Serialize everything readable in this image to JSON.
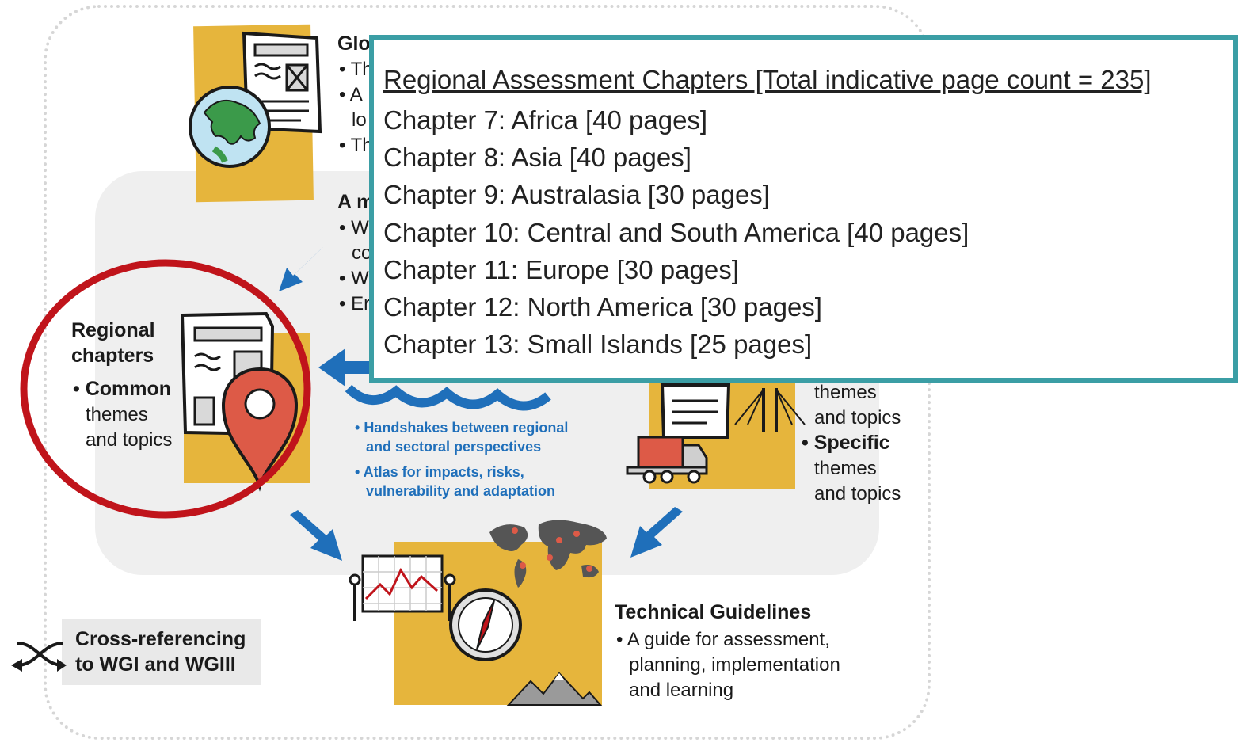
{
  "diagram": {
    "top_block": {
      "title": "Glo",
      "bullets": [
        "Th",
        "A",
        "lo",
        "Th"
      ]
    },
    "middle_block": {
      "title": "A m",
      "bullets": [
        "W",
        "co",
        "W",
        "Er"
      ]
    },
    "regional": {
      "title_line1": "Regional",
      "title_line2": "chapters",
      "bullet_line1": "Common",
      "bullet_line2": "themes",
      "bullet_line3": "and topics"
    },
    "sectoral": {
      "line1": "themes",
      "line2": "and topics",
      "bullet_title": "Specific",
      "line3": "themes",
      "line4": "and topics"
    },
    "handshakes": {
      "item1_line1": "Handshakes between regional",
      "item1_line2": "and sectoral perspectives",
      "item2_line1": "Atlas for impacts, risks,",
      "item2_line2": "vulnerability and adaptation"
    },
    "technical": {
      "title": "Technical Guidelines",
      "line1": "A guide for assessment,",
      "line2": "planning, implementation",
      "line3": "and learning"
    },
    "cross_ref": {
      "line1": "Cross-referencing",
      "line2": "to WGI and WGIII"
    }
  },
  "popup": {
    "title": "Regional Assessment Chapters  [Total indicative page count = 235]",
    "chapters": [
      "Chapter 7: Africa [40 pages]",
      "Chapter 8: Asia [40 pages]",
      "Chapter 9: Australasia [30 pages]",
      "Chapter 10: Central and South America [40 pages]",
      "Chapter 11: Europe [30 pages]",
      "Chapter 12: North America [30 pages]",
      "Chapter 13: Small Islands [25 pages]"
    ]
  },
  "colors": {
    "popup_border": "#3b9ea5",
    "highlight_circle": "#c0141b",
    "arrow_blue": "#1f6fba",
    "paper_yellow": "#e6b53c",
    "pin_red": "#dd5a47"
  },
  "icons": [
    "globe-icon",
    "document-icon",
    "location-pin-icon",
    "compass-icon",
    "world-map-icon",
    "chart-easel-icon",
    "truck-icon",
    "bridge-icon",
    "arrow-icon",
    "cross-reference-icon",
    "mountains-icon"
  ]
}
